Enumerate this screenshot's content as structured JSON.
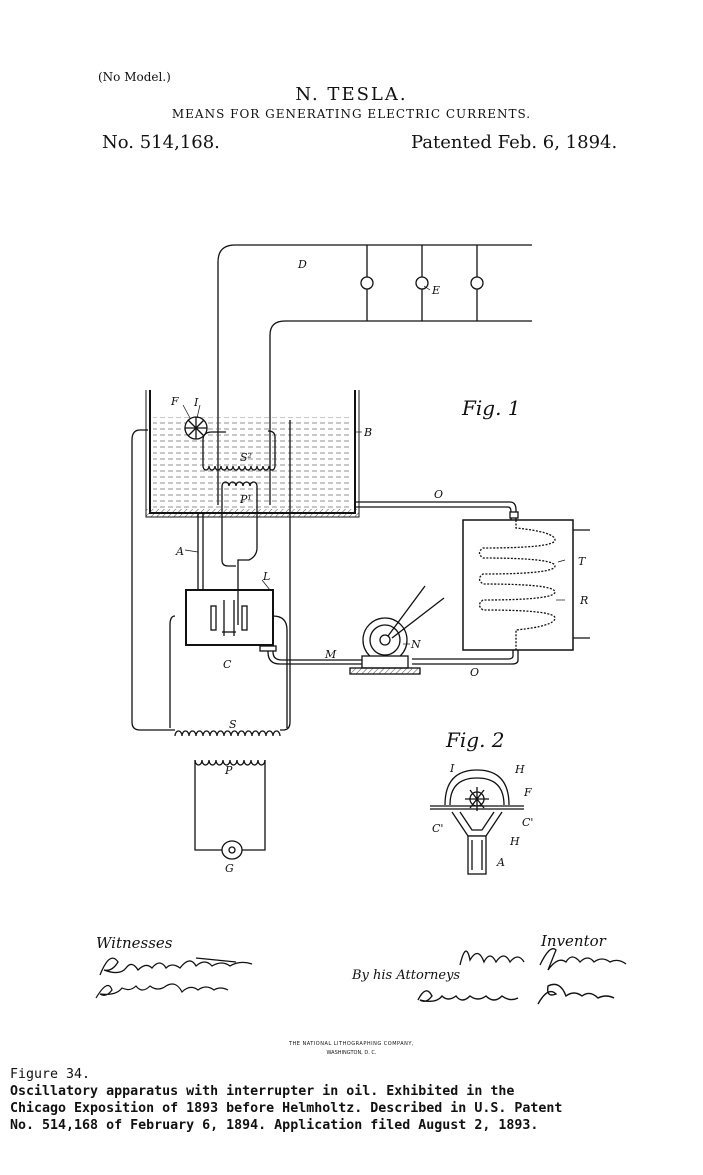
{
  "header": {
    "no_model": "(No Model.)",
    "inventor": "N. TESLA.",
    "title": "MEANS FOR GENERATING ELECTRIC CURRENTS.",
    "patent_number": "No. 514,168.",
    "patent_date": "Patented Feb. 6, 1894."
  },
  "figures": {
    "fig1_label": "Fig. 1",
    "fig2_label": "Fig. 2"
  },
  "labels": {
    "D": "D",
    "E": "E",
    "F": "F",
    "I": "I",
    "B": "B",
    "S2": "S²",
    "P1": "P¹",
    "O": "O",
    "O2": "O",
    "A": "A",
    "L": "L",
    "T": "T",
    "R": "R",
    "C": "C",
    "M": "M",
    "N": "N",
    "S": "S",
    "P": "P",
    "G": "G",
    "f2_I": "I",
    "f2_H": "H",
    "f2_F": "F",
    "f2_C1": "C'",
    "f2_C2": "C'",
    "f2_H2": "H",
    "f2_A": "A"
  },
  "signatures": {
    "witnesses_label": "Witnesses",
    "witness_1": "Raphael Netter",
    "witness_2": "James N. Catlow",
    "inventor_label": "Inventor",
    "inventor_signature": "Nikola Tesla",
    "by_attorneys": "By his Attorneys",
    "attorneys_signature": "Duncan & Page."
  },
  "printer": {
    "name": "THE NATIONAL LITHOGRAPHING COMPANY,",
    "city": "WASHINGTON, D. C."
  },
  "caption": {
    "figure": "Figure 34.",
    "text": "Oscillatory apparatus with interrupter in oil.  Exhibited in the\nChicago Exposition of 1893 before Helmholtz.  Described in U.S. Patent\nNo. 514,168 of February 6, 1894.  Application filed August 2, 1893."
  }
}
